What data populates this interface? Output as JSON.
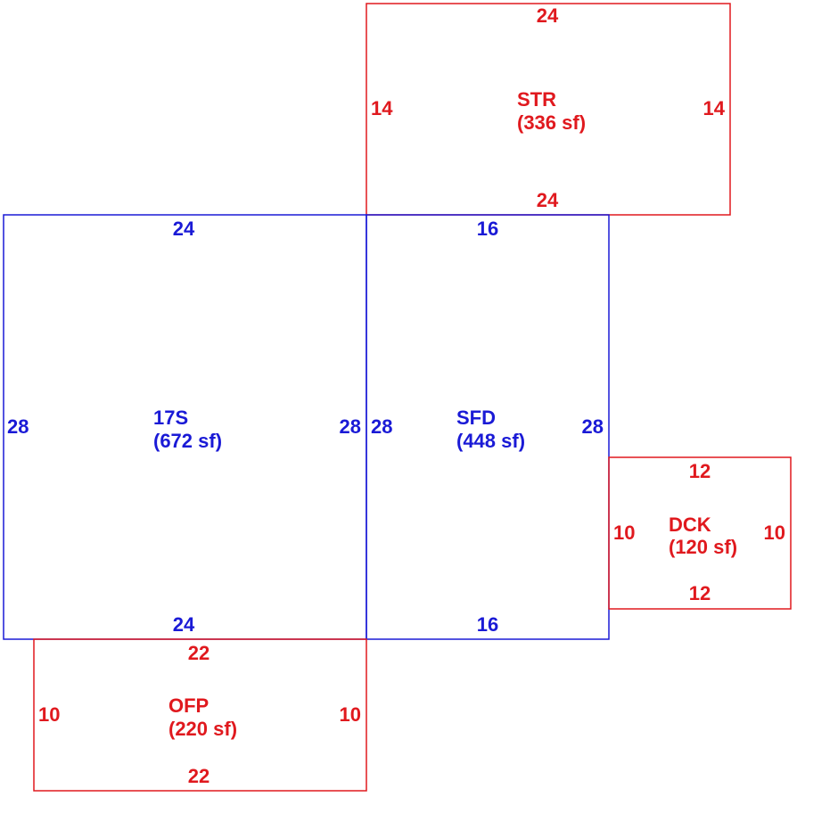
{
  "colors": {
    "red": "#e0191e",
    "blue": "#1a1ad6"
  },
  "areas": {
    "str": {
      "code": "STR",
      "area": "(336 sf)",
      "color": "red",
      "dims": {
        "top": "24",
        "bottom": "24",
        "left": "14",
        "right": "14"
      }
    },
    "s17": {
      "code": "17S",
      "area": "(672 sf)",
      "color": "blue",
      "dims": {
        "top": "24",
        "bottom": "24",
        "left": "28",
        "right": "28"
      }
    },
    "sfd": {
      "code": "SFD",
      "area": "(448 sf)",
      "color": "blue",
      "dims": {
        "top": "16",
        "bottom": "16",
        "left": "28",
        "right": "28"
      }
    },
    "dck": {
      "code": "DCK",
      "area": "(120 sf)",
      "color": "red",
      "dims": {
        "top": "12",
        "bottom": "12",
        "left": "10",
        "right": "10"
      }
    },
    "ofp": {
      "code": "OFP",
      "area": "(220 sf)",
      "color": "red",
      "dims": {
        "top": "22",
        "bottom": "22",
        "left": "10",
        "right": "10"
      }
    }
  }
}
